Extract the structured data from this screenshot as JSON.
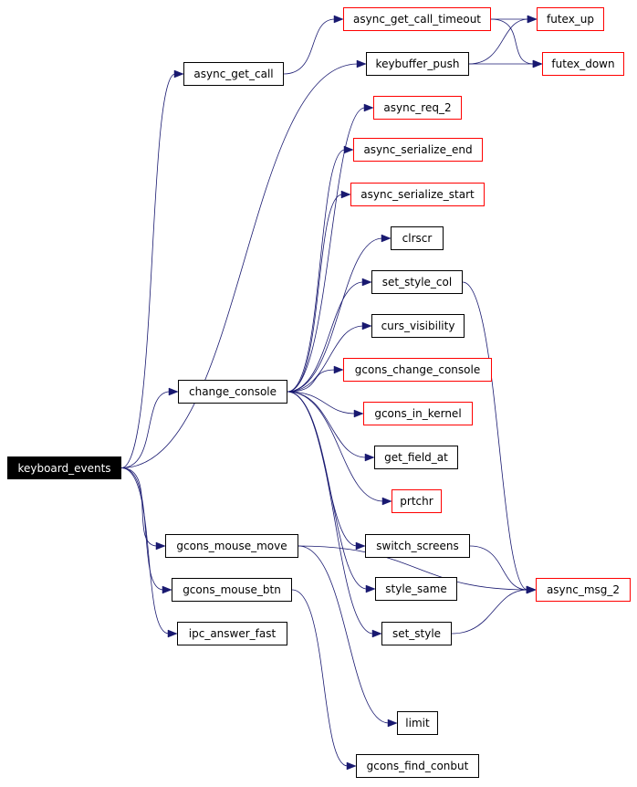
{
  "nodes": [
    {
      "id": "keyboard_events",
      "label": "keyboard_events",
      "style": "root"
    },
    {
      "id": "async_get_call",
      "label": "async_get_call",
      "style": "black"
    },
    {
      "id": "async_get_call_timeout",
      "label": "async_get_call_timeout",
      "style": "red"
    },
    {
      "id": "futex_up",
      "label": "futex_up",
      "style": "red"
    },
    {
      "id": "futex_down",
      "label": "futex_down",
      "style": "red"
    },
    {
      "id": "keybuffer_push",
      "label": "keybuffer_push",
      "style": "black"
    },
    {
      "id": "async_req_2",
      "label": "async_req_2",
      "style": "red"
    },
    {
      "id": "async_serialize_end",
      "label": "async_serialize_end",
      "style": "red"
    },
    {
      "id": "async_serialize_start",
      "label": "async_serialize_start",
      "style": "red"
    },
    {
      "id": "clrscr",
      "label": "clrscr",
      "style": "black"
    },
    {
      "id": "set_style_col",
      "label": "set_style_col",
      "style": "black"
    },
    {
      "id": "curs_visibility",
      "label": "curs_visibility",
      "style": "black"
    },
    {
      "id": "gcons_change_console",
      "label": "gcons_change_console",
      "style": "red"
    },
    {
      "id": "change_console",
      "label": "change_console",
      "style": "black"
    },
    {
      "id": "gcons_in_kernel",
      "label": "gcons_in_kernel",
      "style": "red"
    },
    {
      "id": "get_field_at",
      "label": "get_field_at",
      "style": "black"
    },
    {
      "id": "prtchr",
      "label": "prtchr",
      "style": "red"
    },
    {
      "id": "switch_screens",
      "label": "switch_screens",
      "style": "black"
    },
    {
      "id": "gcons_mouse_move",
      "label": "gcons_mouse_move",
      "style": "black"
    },
    {
      "id": "async_msg_2",
      "label": "async_msg_2",
      "style": "red"
    },
    {
      "id": "gcons_mouse_btn",
      "label": "gcons_mouse_btn",
      "style": "black"
    },
    {
      "id": "style_same",
      "label": "style_same",
      "style": "black"
    },
    {
      "id": "set_style",
      "label": "set_style",
      "style": "black"
    },
    {
      "id": "ipc_answer_fast",
      "label": "ipc_answer_fast",
      "style": "black"
    },
    {
      "id": "limit",
      "label": "limit",
      "style": "black"
    },
    {
      "id": "gcons_find_conbut",
      "label": "gcons_find_conbut",
      "style": "black"
    }
  ],
  "edges": [
    [
      "keyboard_events",
      "async_get_call"
    ],
    [
      "keyboard_events",
      "keybuffer_push"
    ],
    [
      "keyboard_events",
      "change_console"
    ],
    [
      "keyboard_events",
      "gcons_mouse_move"
    ],
    [
      "keyboard_events",
      "gcons_mouse_btn"
    ],
    [
      "keyboard_events",
      "ipc_answer_fast"
    ],
    [
      "async_get_call",
      "async_get_call_timeout"
    ],
    [
      "async_get_call_timeout",
      "futex_up"
    ],
    [
      "async_get_call_timeout",
      "futex_down"
    ],
    [
      "keybuffer_push",
      "futex_up"
    ],
    [
      "keybuffer_push",
      "futex_down"
    ],
    [
      "change_console",
      "async_req_2"
    ],
    [
      "change_console",
      "async_serialize_end"
    ],
    [
      "change_console",
      "async_serialize_start"
    ],
    [
      "change_console",
      "clrscr"
    ],
    [
      "change_console",
      "set_style_col"
    ],
    [
      "change_console",
      "curs_visibility"
    ],
    [
      "change_console",
      "gcons_change_console"
    ],
    [
      "change_console",
      "gcons_in_kernel"
    ],
    [
      "change_console",
      "get_field_at"
    ],
    [
      "change_console",
      "prtchr"
    ],
    [
      "change_console",
      "switch_screens"
    ],
    [
      "change_console",
      "style_same"
    ],
    [
      "change_console",
      "set_style"
    ],
    [
      "set_style_col",
      "async_msg_2"
    ],
    [
      "switch_screens",
      "async_msg_2"
    ],
    [
      "set_style",
      "async_msg_2"
    ],
    [
      "gcons_mouse_move",
      "async_msg_2"
    ],
    [
      "gcons_mouse_move",
      "limit"
    ],
    [
      "gcons_mouse_btn",
      "gcons_find_conbut"
    ]
  ]
}
